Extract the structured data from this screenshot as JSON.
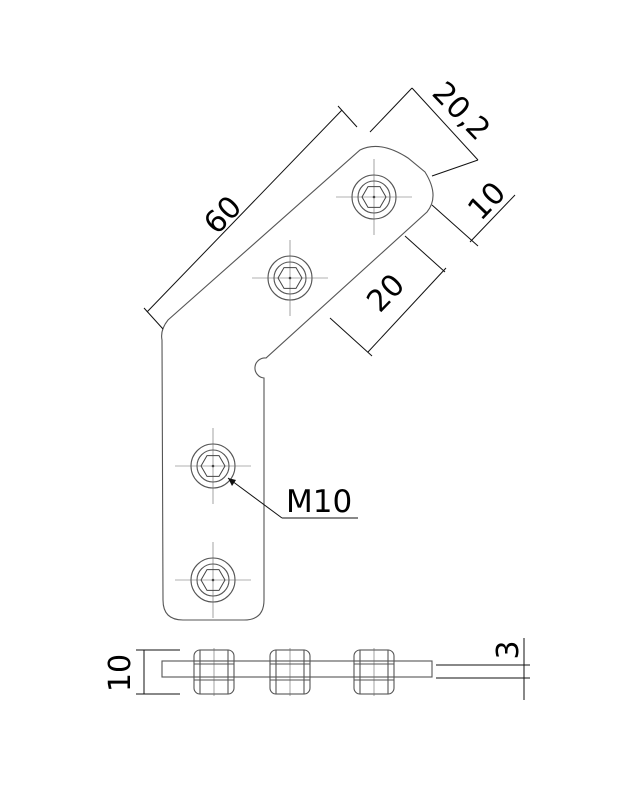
{
  "dimensions": {
    "length": "60",
    "width_diag": "20,2",
    "edge_offset": "10",
    "hole_spacing": "20",
    "height": "10",
    "thickness": "3"
  },
  "callout": {
    "thread": "M10"
  },
  "colors": {
    "line": "#555555",
    "dimension": "#111111",
    "background": "#ffffff"
  }
}
